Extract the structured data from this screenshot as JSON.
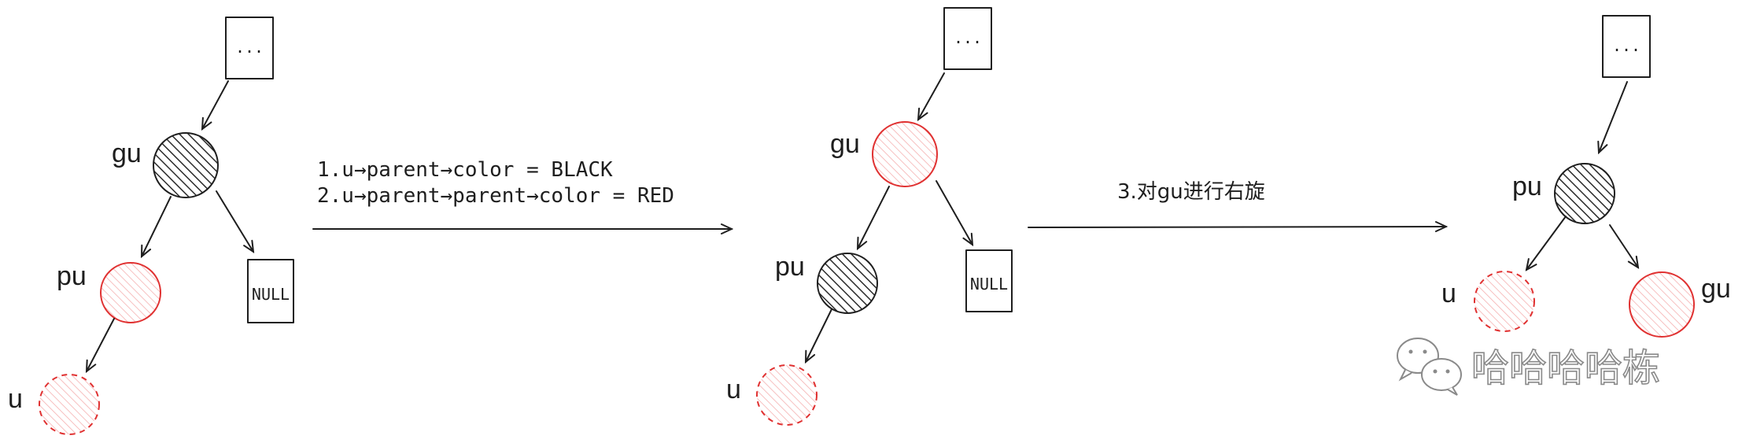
{
  "colors": {
    "ink": "#1e1e1e",
    "red": "#e03131",
    "black_fill": "#2b2b2b",
    "red_fill": "#f5b0b0"
  },
  "stage1": {
    "top_box": "...",
    "gu": "gu",
    "pu": "pu",
    "u": "u",
    "null_box": "NULL"
  },
  "step1": {
    "line1": "1.u→parent→color = BLACK",
    "line2": "2.u→parent→parent→color = RED"
  },
  "stage2": {
    "top_box": "...",
    "gu": "gu",
    "pu": "pu",
    "u": "u",
    "null_box": "NULL"
  },
  "step2": {
    "label": "3.对gu进行右旋"
  },
  "stage3": {
    "top_box": "...",
    "pu": "pu",
    "u": "u",
    "gu": "gu"
  },
  "watermark": {
    "text": "哈哈哈哈栋",
    "icon": "wechat-icon"
  }
}
